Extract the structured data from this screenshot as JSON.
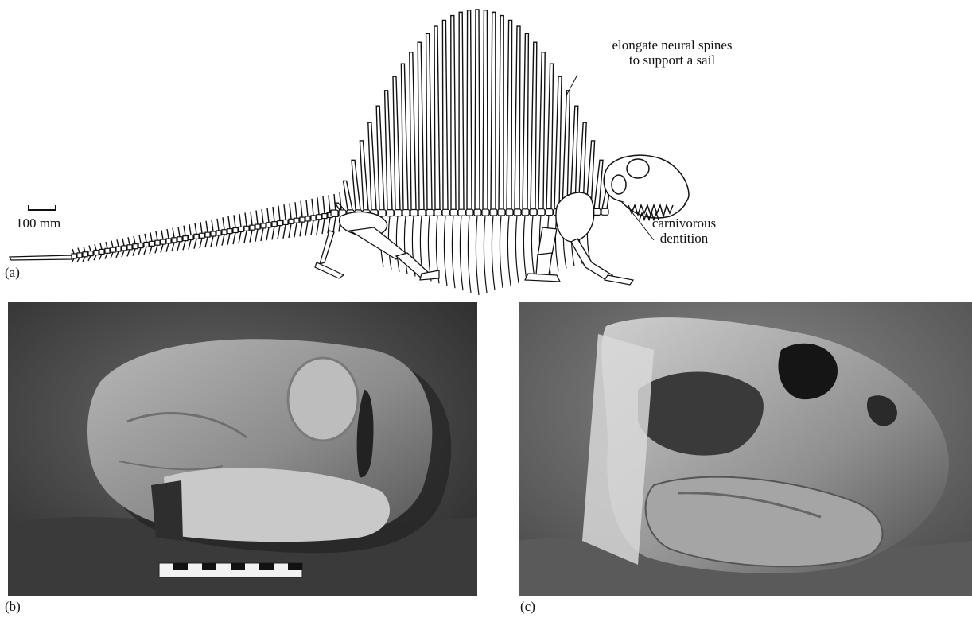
{
  "figure": {
    "panel_a": {
      "label": "(a)",
      "scale_bar_label": "100 mm",
      "annotations": {
        "sail": [
          "elongate neural spines",
          "to support a sail"
        ],
        "teeth": [
          "carnivorous",
          "dentition"
        ]
      }
    },
    "panel_b": {
      "label": "(b)"
    },
    "panel_c": {
      "label": "(c)"
    }
  }
}
